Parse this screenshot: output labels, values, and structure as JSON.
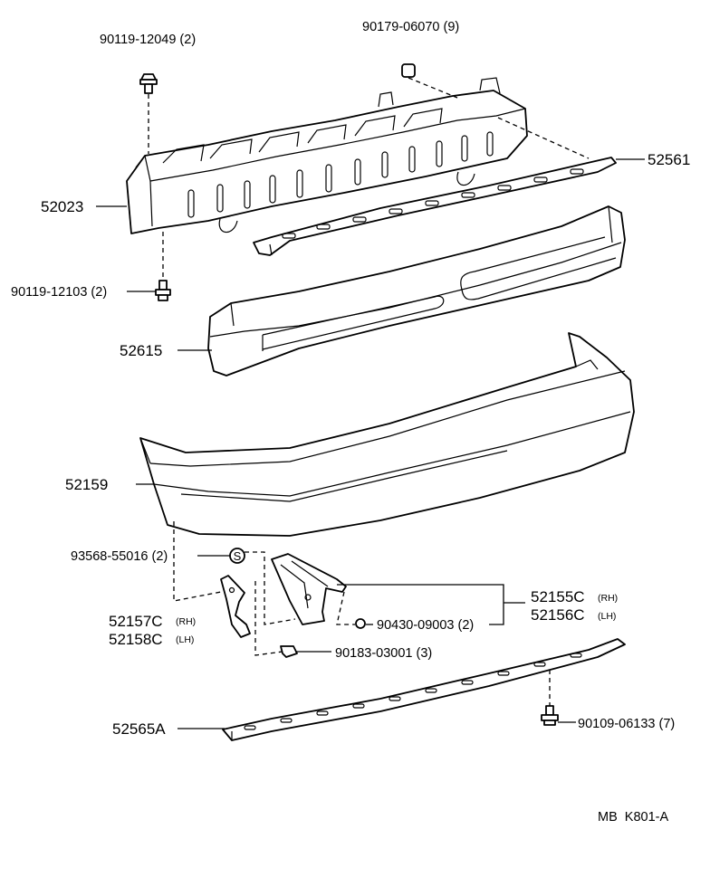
{
  "diagram_id": "MB  K801-A",
  "callouts": {
    "bolt_top": "90119-12049 (2)",
    "nut_top": "90179-06070 (9)",
    "retainer_right": "52561",
    "reinforcement": "52023",
    "bolt_lower": "90119-12103 (2)",
    "absorber": "52615",
    "bumper_cover": "52159",
    "stud": "93568-55016 (2)",
    "s_mark": "S",
    "bracket_rh_num": "52155C",
    "bracket_rh_side": "(RH)",
    "bracket_lh_num": "52156C",
    "bracket_lh_side": "(LH)",
    "small_rh_num": "52157C",
    "small_rh_side": "(RH)",
    "small_lh_num": "52158C",
    "small_lh_side": "(LH)",
    "nut_bracket": "90430-09003 (2)",
    "clip": "90183-03001 (3)",
    "retainer_lower": "52565A",
    "bolt_retainer": "90109-06133 (7)"
  }
}
